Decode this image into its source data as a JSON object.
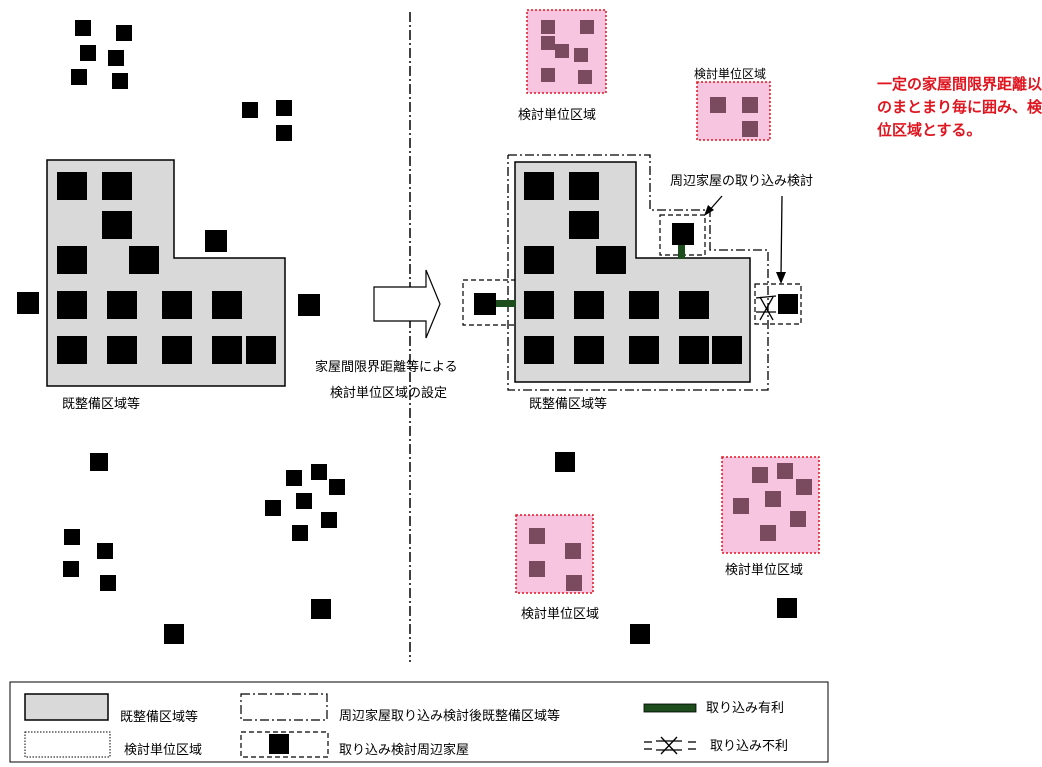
{
  "labels": {
    "left_area": "既整備区域等",
    "right_area": "既整備区域等",
    "process_line1": "家屋間限界距離等による",
    "process_line2": "検討単位区域の設定",
    "unit_top": "検討単位区域",
    "unit_topright": "検討単位区域",
    "unit_bottom_left": "検討単位区域",
    "unit_bottom_right": "検討単位区域",
    "surround_check": "周辺家屋の取り込み検討",
    "note": "一定の家屋間限界距離以内\nのまとまり毎に囲み、検討単\n位区域とする。"
  },
  "legend": {
    "existing_area": "既整備区域等",
    "unit_area": "検討単位区域",
    "after_area": "周辺家屋取り込み検討後既整備区域等",
    "candidate_house": "取り込み検討周辺家屋",
    "advantageous": "取り込み有利",
    "disadvantageous": "取り込み不利"
  },
  "colors": {
    "area_fill": "#d9d9d9",
    "unit_fill": "#f7c5e0",
    "unit_border": "#e0141e",
    "unit_house": "#7a4b5e",
    "house": "#000000",
    "connector": "#1d4d1d",
    "note_text": "#e0141e"
  }
}
